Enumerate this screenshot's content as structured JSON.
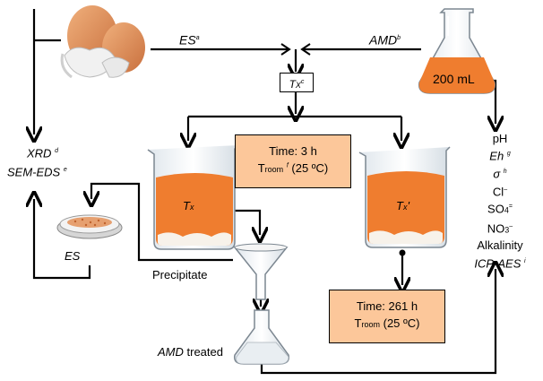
{
  "labels": {
    "es_top": "ES",
    "es_top_note": "a",
    "amd_top": "AMD",
    "amd_top_note": "b",
    "tx_box": "T",
    "tx_box_sub": "X",
    "tx_box_note": "c",
    "flask_volume": "200 mL",
    "xrd": "XRD",
    "xrd_note": "d",
    "semeds": "SEM-EDS",
    "semeds_note": "e",
    "es_dish": "ES",
    "precipitate": "Precipitate",
    "amd_treated_italic": "AMD",
    "amd_treated_rest": "treated",
    "beaker_left_label": "T",
    "beaker_left_sub": "x",
    "beaker_right_label": "T",
    "beaker_right_sub": "x",
    "beaker_right_prime": "'"
  },
  "box_short": {
    "time": "Time: 3 h",
    "troom_main": "T",
    "troom_sub": "room",
    "troom_note": "f",
    "troom_rest": "(25 ºC)"
  },
  "box_long": {
    "time": "Time: 261 h",
    "troom_main": "T",
    "troom_sub": "room",
    "troom_rest": "(25 ºC)"
  },
  "analyses": {
    "ph": "pH",
    "eh": "Eh",
    "eh_note": "g",
    "sigma": "σ",
    "sigma_note": "h",
    "cl": "Cl",
    "cl_sup": "–",
    "so4": "SO",
    "so4_sub": "4",
    "so4_sup": "=",
    "no3": "NO",
    "no3_sub": "3",
    "no3_sup": "–",
    "alkalinity": "Alkalinity",
    "icp": "ICP-AES",
    "icp_note": "i"
  },
  "colors": {
    "orange": "#ef7d2f",
    "box_fill": "#fcc79a",
    "eggshell": "#d9895a",
    "glass": "#e9eef2"
  }
}
